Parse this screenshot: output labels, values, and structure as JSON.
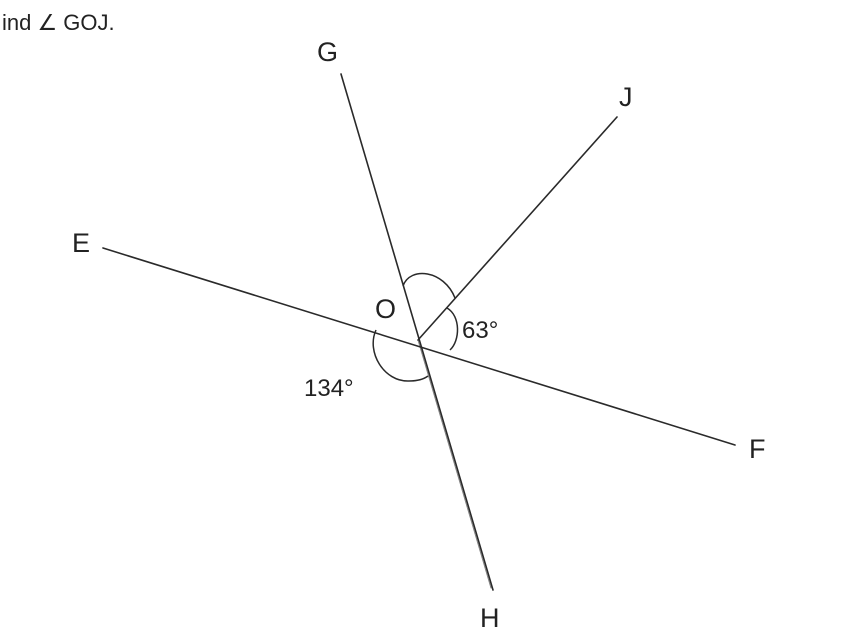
{
  "prompt": "ind ∠ GOJ.",
  "points": {
    "E": "E",
    "F": "F",
    "G": "G",
    "H": "H",
    "J": "J",
    "O": "O"
  },
  "angles": {
    "angle_JOF": "63°",
    "angle_EOH": "134°"
  },
  "lines": [
    "EF",
    "GH",
    "OJ"
  ],
  "colors": {
    "ink": "#222222",
    "background": "#ffffff"
  }
}
